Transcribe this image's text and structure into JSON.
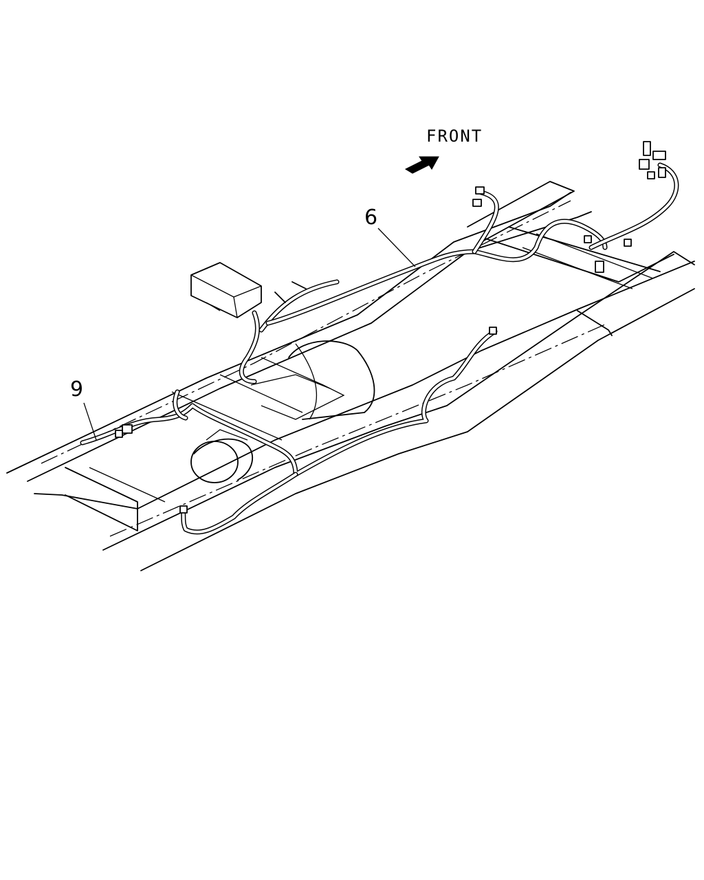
{
  "diagram": {
    "direction_label": "FRONT",
    "callouts": [
      {
        "id": "6",
        "text": "6"
      },
      {
        "id": "9",
        "text": "9"
      }
    ],
    "colors": {
      "line": "#000000",
      "background": "#ffffff"
    }
  }
}
